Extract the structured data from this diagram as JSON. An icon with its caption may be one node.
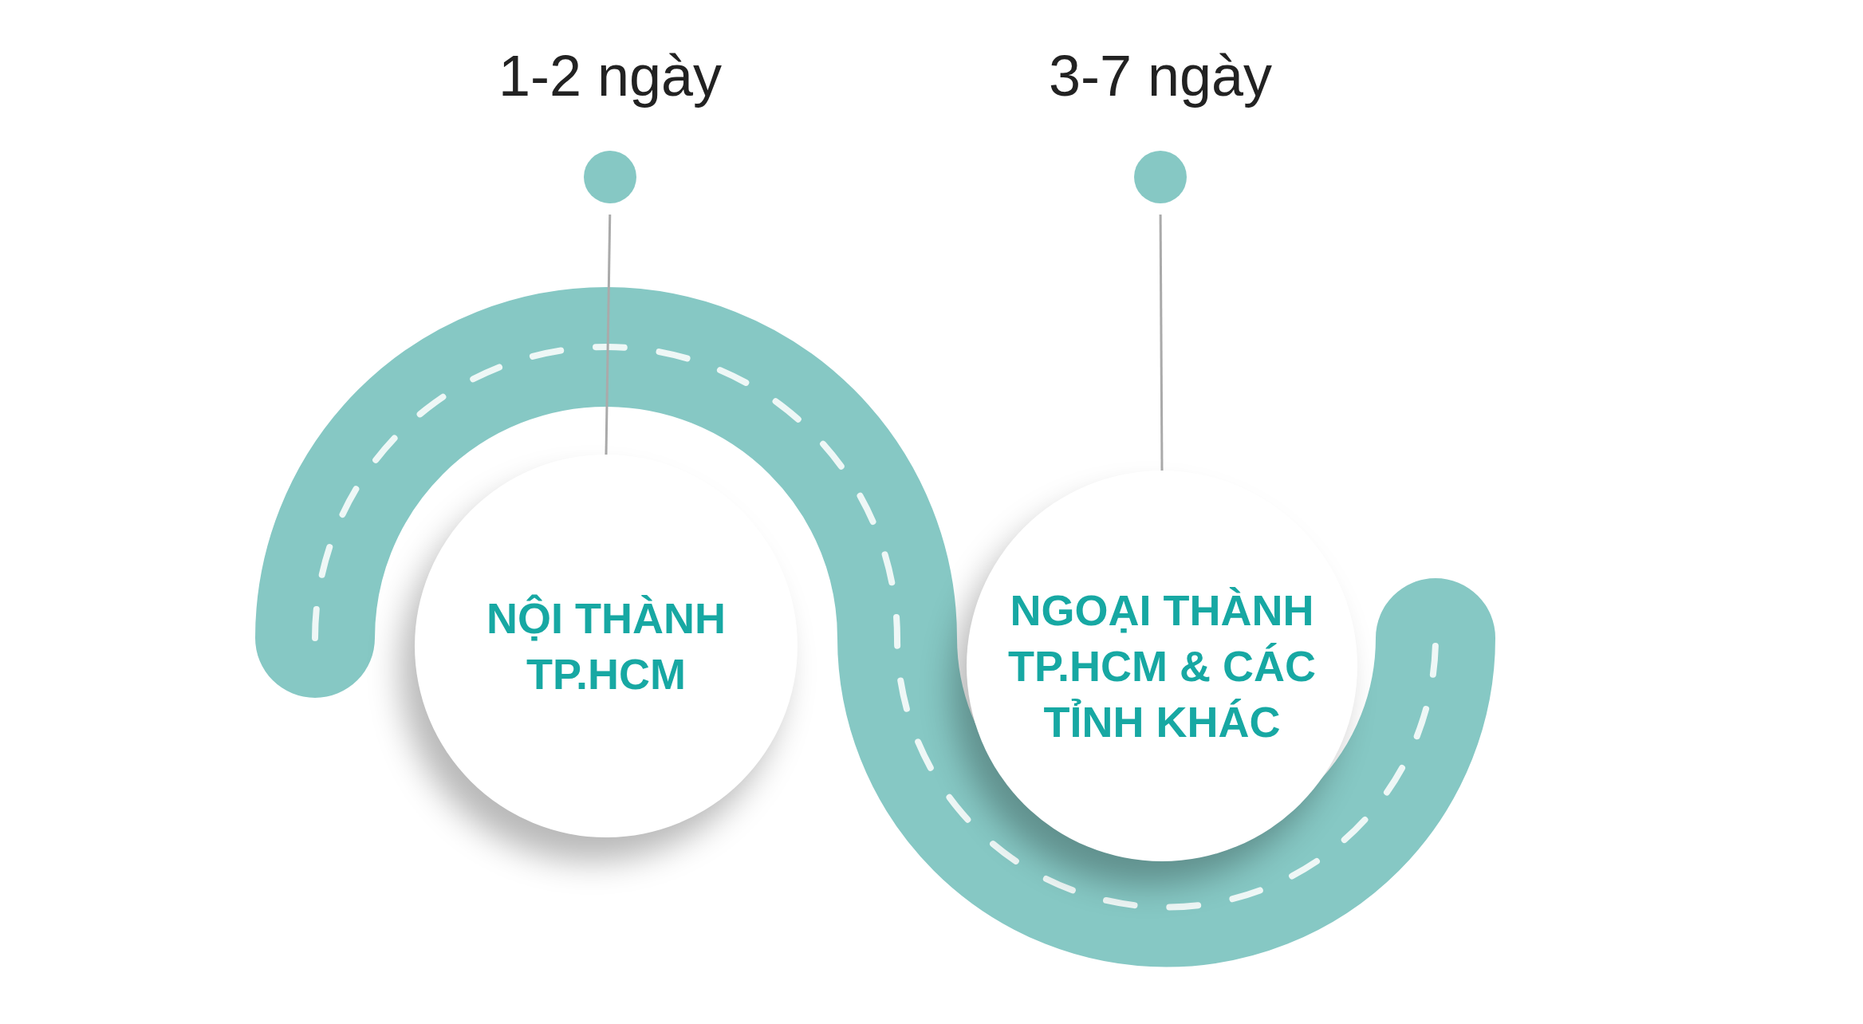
{
  "diagram": {
    "nodes": [
      {
        "text": [],
        "shape": "circle",
        "beside": [
          "1-2 ngày"
        ]
      },
      {
        "text": [],
        "shape": "circle",
        "beside": [
          "3-7 ngày"
        ]
      },
      {
        "text": [
          "NỘI THÀNH TP.HCM"
        ]
      },
      {
        "text": [
          "NGOẠI THÀNH TP.HCM & CÁC TỈNH KHÁC"
        ]
      }
    ],
    "edges": [
      {
        "from": 0,
        "to": 2,
        "arrow": "none"
      },
      {
        "from": 1,
        "to": 3,
        "arrow": "none"
      }
    ]
  }
}
